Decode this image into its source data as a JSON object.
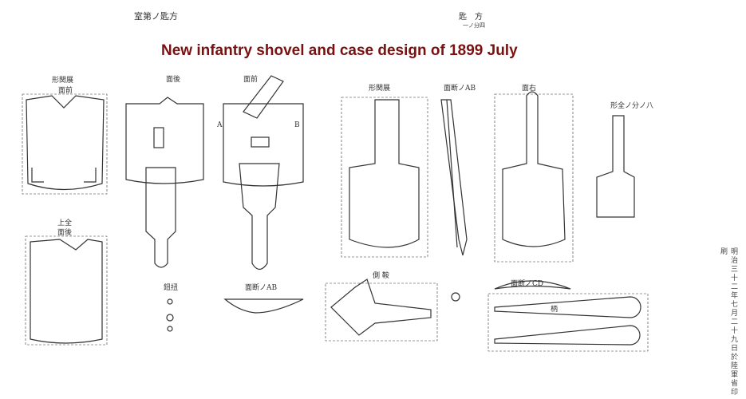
{
  "header": {
    "left_caption": "室第ノ匙方",
    "right_caption": "匙　方",
    "right_subcaption": "一ノ分四"
  },
  "title": "New infantry shovel and case design of 1899 July",
  "labels": {
    "front_view_top": "形関展",
    "front_view_sub": "面前",
    "rear_view": "面後",
    "front_view": "面前",
    "full_top": "上全",
    "full_sub": "面後",
    "button": "鈕扭",
    "section_ab_small": "面断ノAB",
    "development": "形関展",
    "section_ab": "面断ノAB",
    "right_view": "面右",
    "full_scale": "形全ノ分ノ八",
    "section_cd": "面断ノCD",
    "side": "側 鞍",
    "handle": "柄",
    "marker_a": "A",
    "marker_b": "B"
  },
  "imprint": "明治三十二年七月二十九日於陸軍省印刷"
}
